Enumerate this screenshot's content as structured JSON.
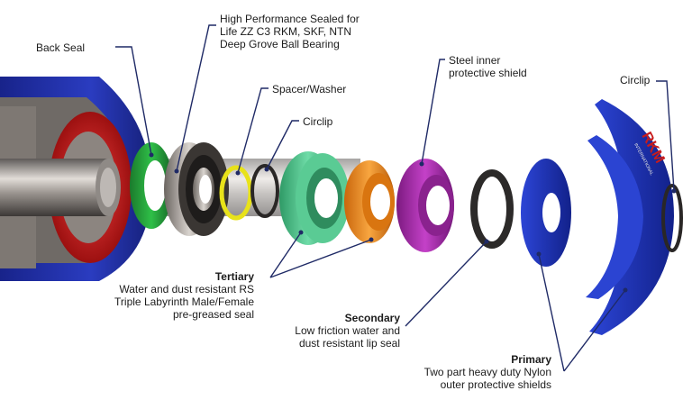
{
  "labels": {
    "back_seal": "Back Seal",
    "bearing": [
      "High Performance Sealed for",
      "Life ZZ C3 RKM, SKF, NTN",
      "Deep Grove Ball Bearing"
    ],
    "spacer": "Spacer/Washer",
    "circlip_inner": "Circlip",
    "steel_shield": [
      "Steel inner",
      "protective shield"
    ],
    "circlip_outer": "Circlip",
    "tertiary": {
      "title": "Tertiary",
      "lines": [
        "Water and dust resistant RS",
        "Triple Labyrinth Male/Female",
        "pre-greased seal"
      ]
    },
    "secondary": {
      "title": "Secondary",
      "lines": [
        "Low friction water and",
        "dust resistant lip seal"
      ]
    },
    "primary": {
      "title": "Primary",
      "lines": [
        "Two part heavy duty Nylon",
        "outer protective shields"
      ]
    }
  },
  "logo_text": "RKM",
  "logo_sub": "INTERNATIONAL",
  "colors": {
    "housing_blue": "#1f2f9c",
    "roller_red": "#cc1f1f",
    "back_seal_green": "#22a33a",
    "washer_yellow": "#e8e21a",
    "labyrinth_green": "#4fc48a",
    "lip_seal_orange": "#ef8a1c",
    "steel_shield_purple": "#a52aa8",
    "shield_blue": "#1d34b8"
  }
}
